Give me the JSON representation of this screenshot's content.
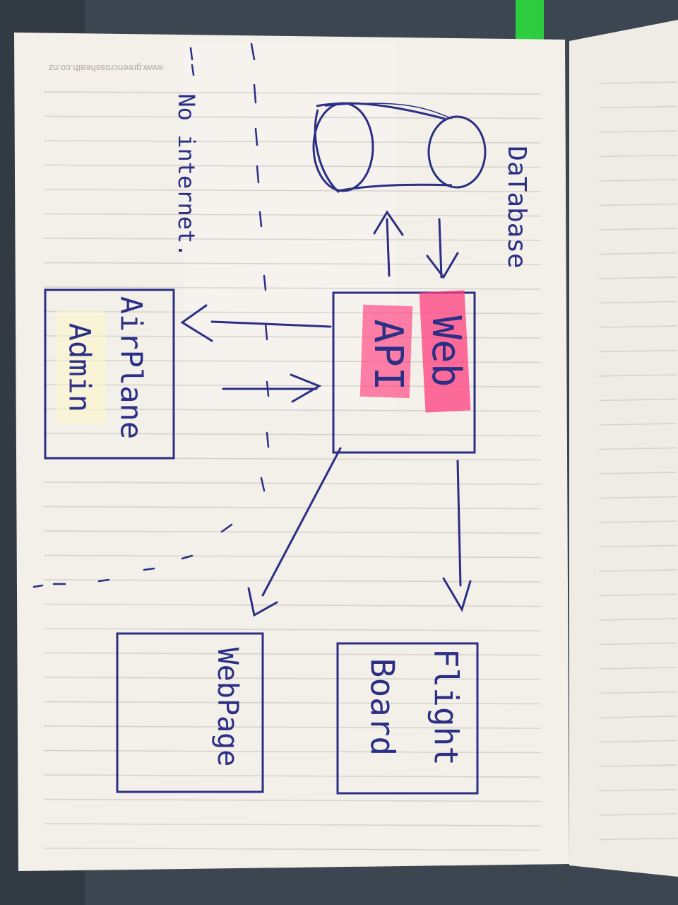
{
  "notebook": {
    "footer_url": "www.greencrossheath.co.nz",
    "colors": {
      "paper": "#f3efe9",
      "ink": "#2b2f85",
      "highlighter": "#ff3d7f",
      "ruling": "#d5d2cc",
      "fabric": "#3c4650",
      "ribbon": "#2ecc40"
    }
  },
  "diagram": {
    "database_label": "DaTabase",
    "web_api_label_1": "Web",
    "web_api_label_2": "API",
    "airplane_admin_label_1": "AirPlane",
    "airplane_admin_label_2": "Admin",
    "no_internet_label": "No internet.",
    "flight_board_label_1": "Flight",
    "flight_board_label_2": "Board",
    "webpage_label": "WebPage"
  }
}
